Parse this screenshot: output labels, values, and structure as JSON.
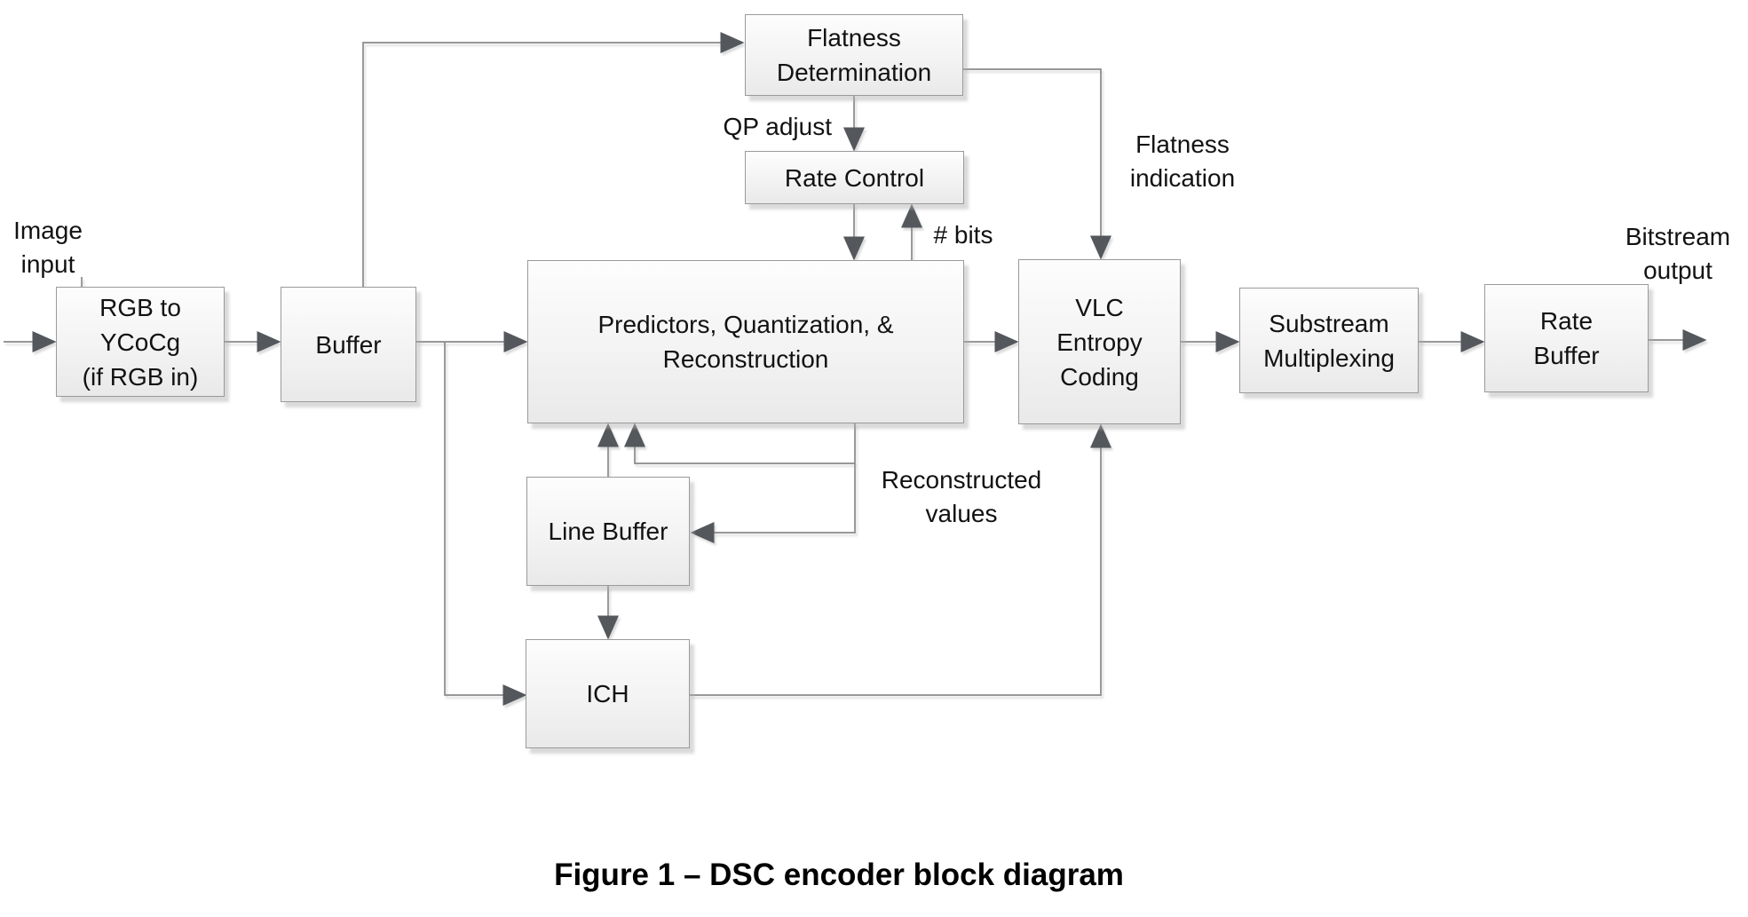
{
  "figure": {
    "caption": "Figure 1 – DSC encoder block diagram"
  },
  "colors": {
    "background": "#ffffff",
    "box_border": "#9a9a9a",
    "box_fill_top": "#fdfdfd",
    "box_fill_bottom": "#e9e9e9",
    "connector": "#8a8a8a",
    "arrowhead": "#54575b",
    "text": "#121212"
  },
  "nodes": {
    "rgb_to_ycocg": {
      "lines": [
        "RGB to",
        "YCoCg",
        "(if RGB in)"
      ]
    },
    "buffer": {
      "lines": [
        "Buffer"
      ]
    },
    "flatness_determination": {
      "lines": [
        "Flatness",
        "Determination"
      ]
    },
    "rate_control": {
      "lines": [
        "Rate Control"
      ]
    },
    "predictors": {
      "lines": [
        "Predictors, Quantization, &",
        "Reconstruction"
      ]
    },
    "vlc_entropy_coding": {
      "lines": [
        "VLC",
        "Entropy",
        "Coding"
      ]
    },
    "substream_multiplexing": {
      "lines": [
        "Substream",
        "Multiplexing"
      ]
    },
    "rate_buffer": {
      "lines": [
        "Rate",
        "Buffer"
      ]
    },
    "line_buffer": {
      "lines": [
        "Line Buffer"
      ]
    },
    "ich": {
      "lines": [
        "ICH"
      ]
    }
  },
  "labels": {
    "image_input": {
      "lines": [
        "Image",
        "input"
      ]
    },
    "qp_adjust": {
      "text": "QP adjust"
    },
    "num_bits": {
      "text": "# bits"
    },
    "flatness_indication": {
      "lines": [
        "Flatness",
        "indication"
      ]
    },
    "reconstructed_values": {
      "lines": [
        "Reconstructed",
        "values"
      ]
    },
    "bitstream_output": {
      "lines": [
        "Bitstream",
        "output"
      ]
    }
  }
}
